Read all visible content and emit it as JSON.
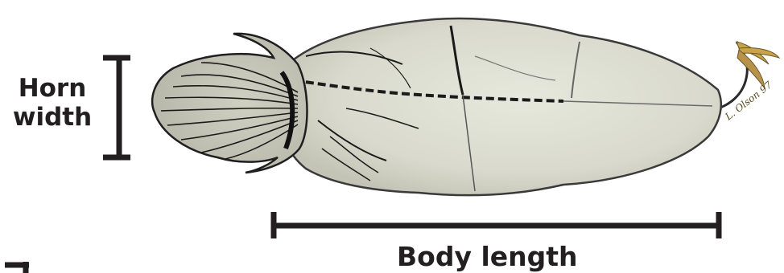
{
  "labels": {
    "horn_width": "Horn\nwidth",
    "body_length": "Body length",
    "artist_signature": "L. Olson 97"
  },
  "colors": {
    "ink": "#231f20",
    "body_fill": "#dedfd4",
    "sketch": "#1a1a1a",
    "tail": "#c9a24a"
  }
}
